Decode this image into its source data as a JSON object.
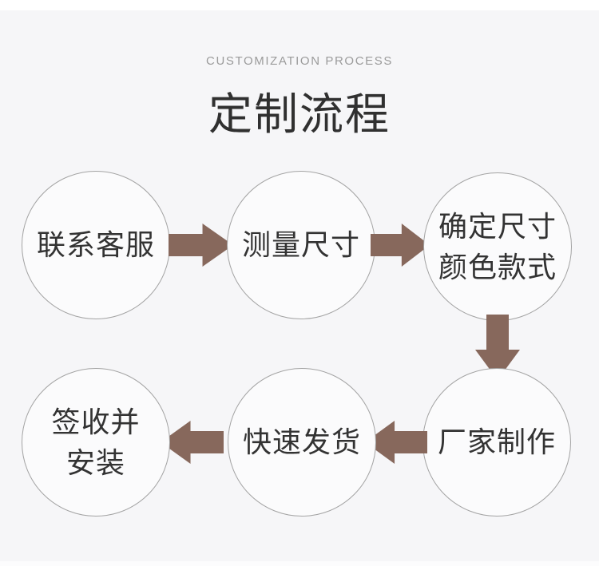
{
  "header": {
    "subtitle": "CUSTOMIZATION PROCESS",
    "title": "定制流程"
  },
  "flow": {
    "steps": [
      {
        "id": "contact-service",
        "label": "联系客服"
      },
      {
        "id": "measure-size",
        "label": "测量尺寸"
      },
      {
        "id": "confirm-specs",
        "label": "确定尺寸\n颜色款式"
      },
      {
        "id": "factory-production",
        "label": "厂家制作"
      },
      {
        "id": "fast-shipping",
        "label": "快速发货"
      },
      {
        "id": "sign-and-install",
        "label": "签收并\n安装"
      }
    ],
    "connections": [
      {
        "from": "contact-service",
        "to": "measure-size",
        "direction": "right"
      },
      {
        "from": "measure-size",
        "to": "confirm-specs",
        "direction": "right"
      },
      {
        "from": "confirm-specs",
        "to": "factory-production",
        "direction": "down"
      },
      {
        "from": "factory-production",
        "to": "fast-shipping",
        "direction": "left"
      },
      {
        "from": "fast-shipping",
        "to": "sign-and-install",
        "direction": "left"
      }
    ]
  },
  "colors": {
    "arrow": "#87685c",
    "background": "#f6f6f8",
    "top_strip": "#ffffff",
    "bottom_strip": "#fcfcfd",
    "circle_fill": "#fbfbfc",
    "circle_border": "#a3a3a3",
    "title_text": "#303030",
    "subtitle_text": "#9b9b9b",
    "step_text": "#333333"
  }
}
